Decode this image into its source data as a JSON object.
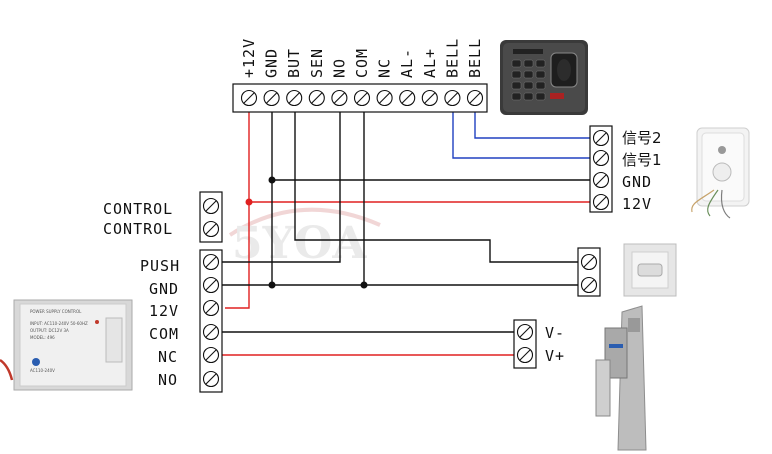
{
  "controller_terminals": [
    "+12V",
    "GND",
    "BUT",
    "SEN",
    "NO",
    "COM",
    "NC",
    "AL-",
    "AL+",
    "BELL",
    "BELL"
  ],
  "power_supply": {
    "control_labels": [
      "CONTROL",
      "CONTROL"
    ],
    "output_labels": [
      "PUSH",
      "GND",
      "12V",
      "COM",
      "NC",
      "NO"
    ],
    "device_text": {
      "title": "POWER SUPPLY CONTROL",
      "input": "INPUT: AC110-240V  50-60HZ",
      "output": "OUTPUT: DC12V  3A",
      "model": "MODEL: 496",
      "voltage": "AC110-240V"
    }
  },
  "doorbell_labels": [
    "信号2",
    "信号1",
    "GND",
    "12V"
  ],
  "lock_labels": [
    "V-",
    "V+"
  ],
  "watermark": "5YOA",
  "colors": {
    "red": "#e02020",
    "blue": "#2040c0",
    "black": "#111111"
  }
}
